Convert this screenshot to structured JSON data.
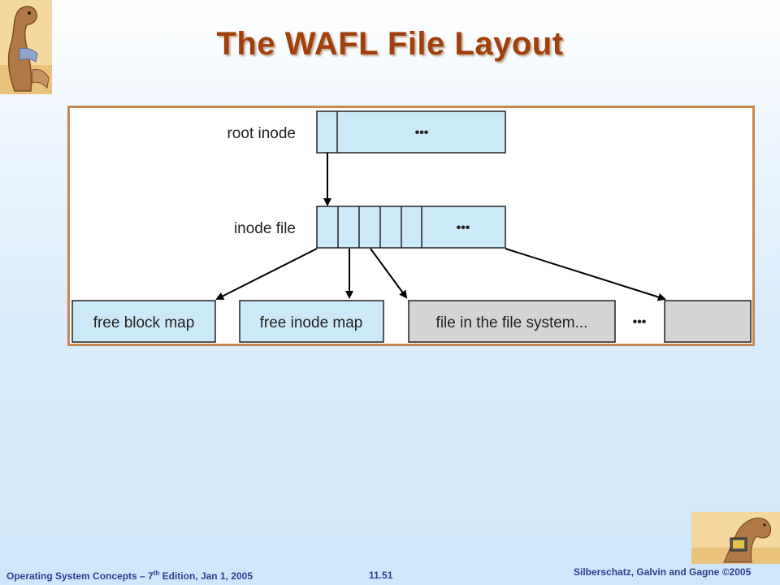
{
  "slide": {
    "title": "The WAFL File Layout"
  },
  "diagram": {
    "labels": {
      "root_inode": "root inode",
      "inode_file": "inode file"
    },
    "ellipsis": "•••",
    "blocks": {
      "free_block_map": "free block map",
      "free_inode_map": "free inode map",
      "file_in_fs": "file in the file system..."
    },
    "colors": {
      "block_blue": "#cce9f9",
      "block_gray": "#d4d4d4",
      "frame": "#c8874e",
      "arrow": "#000000"
    }
  },
  "footer": {
    "left_prefix": "Operating System Concepts – 7",
    "left_sup": "th",
    "left_suffix": " Edition, Jan 1, 2005",
    "page_number": "11.51",
    "right": "Silberschatz, Galvin and Gagne ©2005"
  },
  "icons": {
    "corner": "dinosaur-illustration-icon",
    "footer": "dinosaur-with-computer-icon"
  }
}
